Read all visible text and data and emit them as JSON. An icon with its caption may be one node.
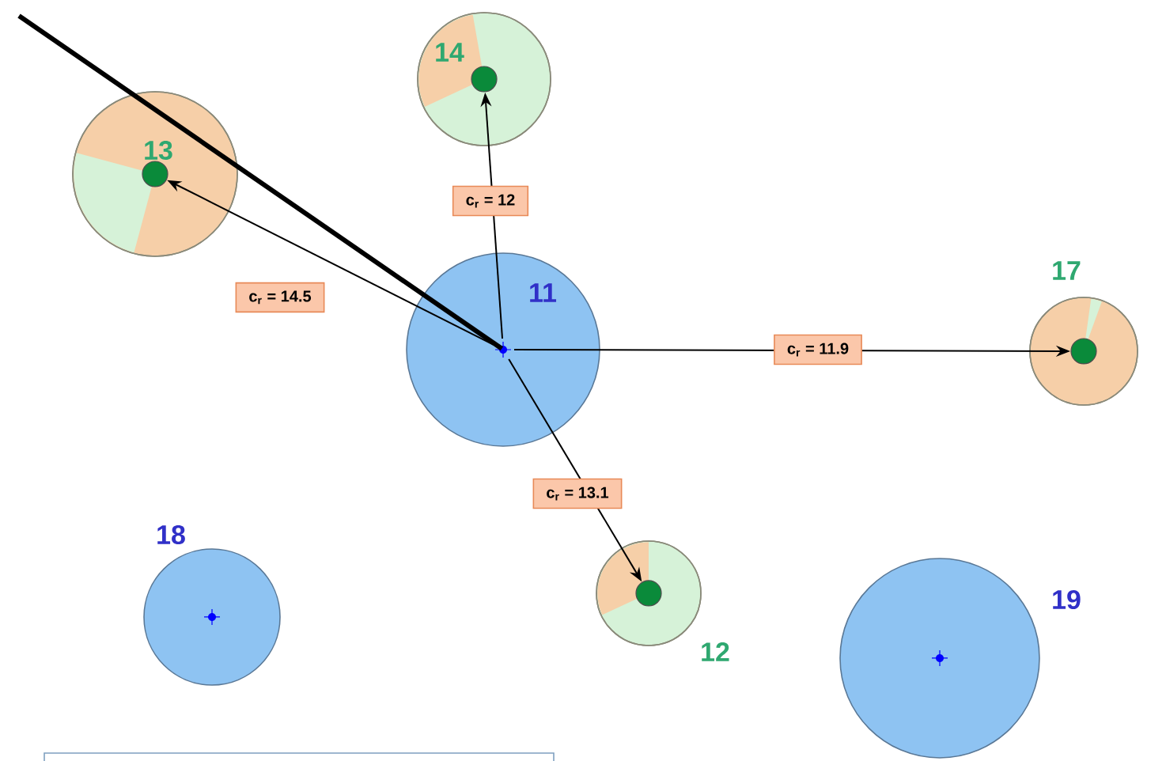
{
  "diagram": {
    "nodes": [
      {
        "text": [
          "14"
        ]
      },
      {
        "text": [
          "13"
        ]
      },
      {
        "text": [
          "11"
        ]
      },
      {
        "text": [
          "17"
        ]
      },
      {
        "text": [
          "18"
        ]
      },
      {
        "text": [
          "12"
        ]
      },
      {
        "text": [
          "19"
        ]
      },
      {
        "text": [],
        "shape": "box"
      }
    ],
    "edges": [
      {
        "from": 2,
        "to": 1,
        "arrow": "to",
        "label": "c$_{r}$ = 14.5"
      },
      {
        "from": 2,
        "to": 0,
        "arrow": "to",
        "label": "c$_{r}$ = 12"
      },
      {
        "from": 2,
        "to": 3,
        "arrow": "to",
        "label": "c$_{r}$ = 11.9"
      },
      {
        "from": 2,
        "to": 5,
        "arrow": "to",
        "label": "c$_{r}$ = 13.1"
      },
      {
        "from": null,
        "to": 2,
        "arrow": "none",
        "style": "thick"
      }
    ]
  }
}
